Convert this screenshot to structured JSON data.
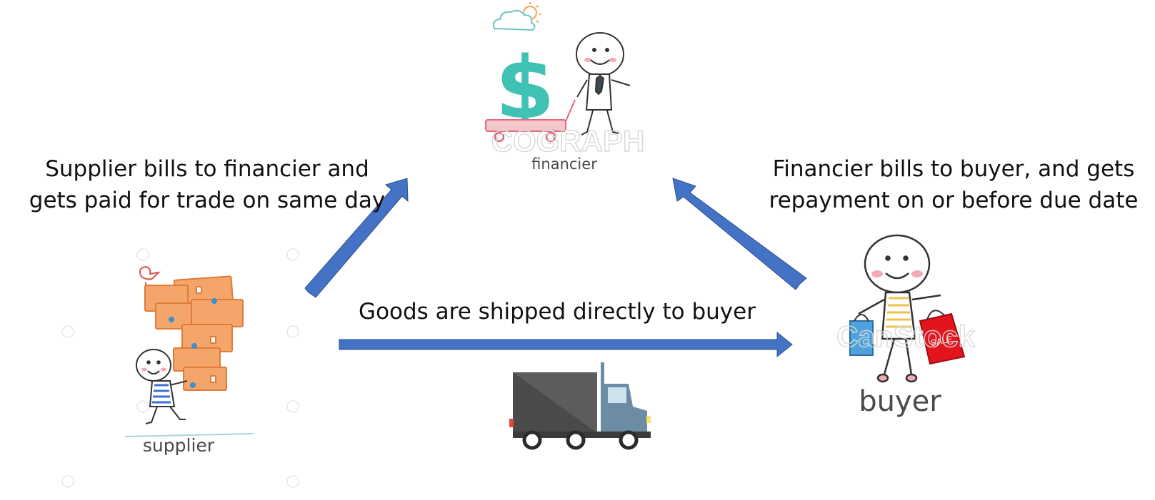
{
  "captions": {
    "supplier_to_financier": [
      "Supplier bills to financier and",
      "gets paid for trade on same day"
    ],
    "financier_to_buyer": [
      "Financier bills to buyer, and gets",
      "repayment on or before due date"
    ],
    "goods": "Goods are shipped directly to buyer"
  },
  "actors": {
    "financier": "financier",
    "supplier": "supplier",
    "buyer": "buyer"
  },
  "watermarks": {
    "financier_image": "COGRAPH",
    "buyer_image": "CanStock",
    "sale_tag": "SALE"
  },
  "colors": {
    "arrow": "#4472c4",
    "arrow_stroke": "#2f528f",
    "box": "#f4a56a",
    "box_stroke": "#e07b3a",
    "dollar": "#3fc1b3",
    "wagon": "#e06a7a",
    "truck_cargo": "#4a4a4a",
    "truck_cab": "#6b8ca3",
    "sale_bag": "#e3141d",
    "blue_bag": "#4ea3dc"
  }
}
